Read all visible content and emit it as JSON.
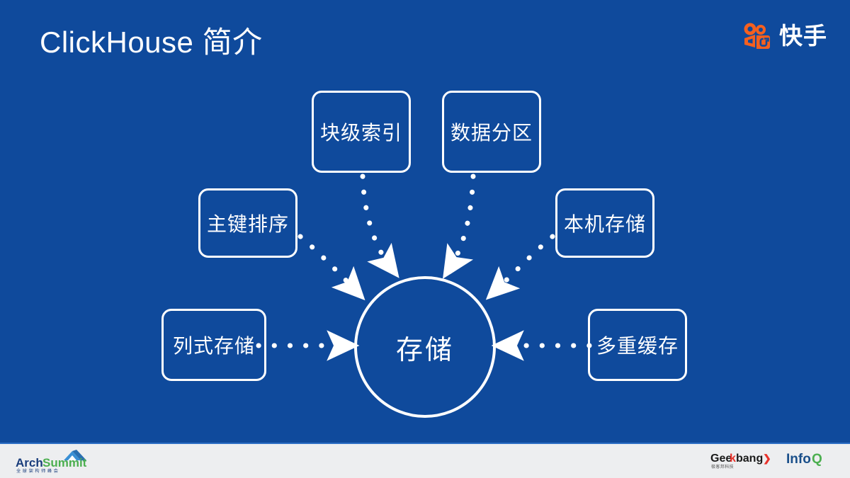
{
  "slide": {
    "title": "ClickHouse 简介",
    "background_color": "#0f4a9c",
    "brand": {
      "name": "快手",
      "mark_color": "#f5601f",
      "text_color": "#ffffff"
    }
  },
  "diagram": {
    "center": {
      "label": "存储"
    },
    "nodes": [
      {
        "id": "block-index",
        "label": "块级索引"
      },
      {
        "id": "partition",
        "label": "数据分区"
      },
      {
        "id": "pk-sort",
        "label": "主键排序"
      },
      {
        "id": "local-store",
        "label": "本机存储"
      },
      {
        "id": "column-store",
        "label": "列式存储"
      },
      {
        "id": "multi-cache",
        "label": "多重缓存"
      }
    ],
    "edge_style": "dotted-arrow",
    "edge_color": "#ffffff"
  },
  "footer": {
    "arch_summit": {
      "word_one": "Arch",
      "word_two": "Summit",
      "subtitle": "全 球 架 构 师 峰 会",
      "word_one_color": "#1a3d7c",
      "word_two_color": "#4caf50"
    },
    "geekbang": {
      "text_one": "Gee",
      "text_accent": "k",
      "text_two": "bang",
      "chevron": "❯",
      "subtitle": "极客邦科技",
      "accent_color": "#e8312a",
      "text_color": "#1a1a1a"
    },
    "infoq": {
      "text_one": "Info",
      "text_two": "Q",
      "text_one_color": "#1a4f8a",
      "text_two_color": "#4caf50"
    }
  }
}
